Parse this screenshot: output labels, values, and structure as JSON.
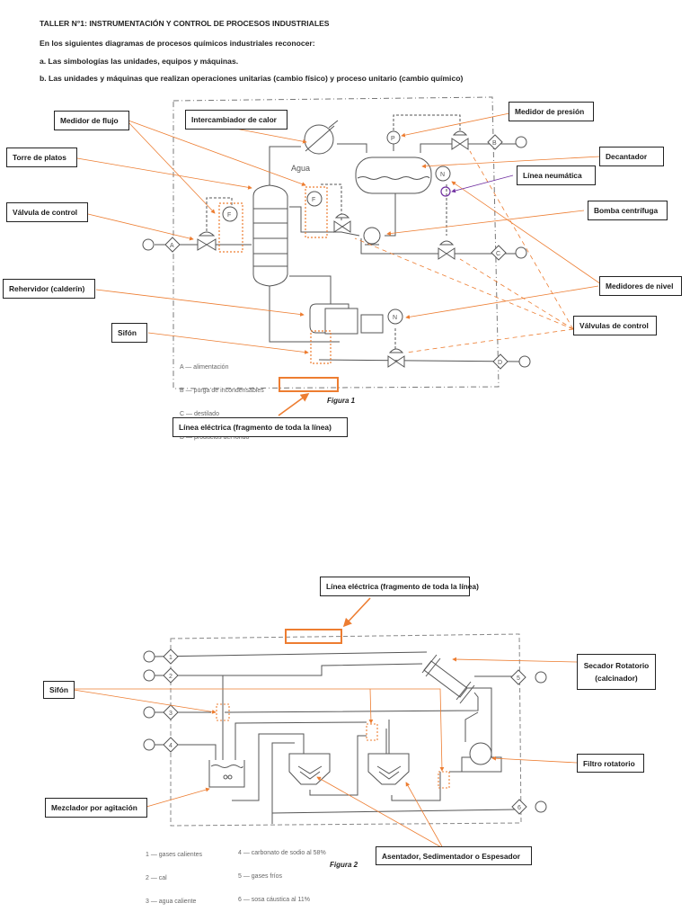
{
  "header": {
    "title": "TALLER N°1: INSTRUMENTACIÓN Y CONTROL DE PROCESOS INDUSTRIALES",
    "intro": "En los siguientes diagramas de procesos químicos industriales reconocer:",
    "item_a": "a. Las simbologías las unidades, equipos y máquinas.",
    "item_b": "b. Las unidades y máquinas que realizan operaciones unitarias (cambio físico) y proceso unitario (cambio químico)"
  },
  "colors": {
    "annotation_orange": "#ed7d31",
    "annotation_purple": "#7030a0",
    "diagram_line": "#555555"
  },
  "figure1": {
    "caption": "Figura 1",
    "water_label": "Agua",
    "stream_tags": [
      "A",
      "B",
      "C",
      "D"
    ],
    "instrument_tags": {
      "flow": "F",
      "pressure": "P",
      "level": "N"
    },
    "legend": [
      "A — alimentación",
      "B — purga de incondensables",
      "C — destilado",
      "D — productos del fondo"
    ],
    "labels": {
      "medidor_flujo": "Medidor de flujo",
      "intercambiador": "Intercambiador de calor",
      "medidor_presion": "Medidor de presión",
      "torre_platos": "Torre de platos",
      "decantador": "Decantador",
      "linea_neumatica": "Línea neumática",
      "valvula_control": "Válvula de control",
      "bomba": "Bomba centrífuga",
      "rehervidor": "Rehervidor (calderín)",
      "medidores_nivel": "Medidores de nivel",
      "sifon": "Sifón",
      "valvulas_control": "Válvulas de control",
      "linea_electrica": "Línea eléctrica (fragmento de toda la línea)"
    }
  },
  "figure2": {
    "caption": "Figura 2",
    "stream_tags": [
      "1",
      "2",
      "3",
      "4",
      "5",
      "6"
    ],
    "legend_left": [
      "1 — gases calientes",
      "2 — cal",
      "3 — agua caliente"
    ],
    "legend_right": [
      "4 — carbonato de sodio al 58%",
      "5 — gases fríos",
      "6 — sosa cáustica al 11%"
    ],
    "labels": {
      "linea_electrica": "Línea eléctrica (fragmento de toda la línea)",
      "secador": "Secador Rotatorio (calcinador)",
      "sifon": "Sifón",
      "filtro": "Filtro rotatorio",
      "mezclador": "Mezclador por agitación",
      "asentador": "Asentador, Sedimentador o Espesador"
    }
  }
}
